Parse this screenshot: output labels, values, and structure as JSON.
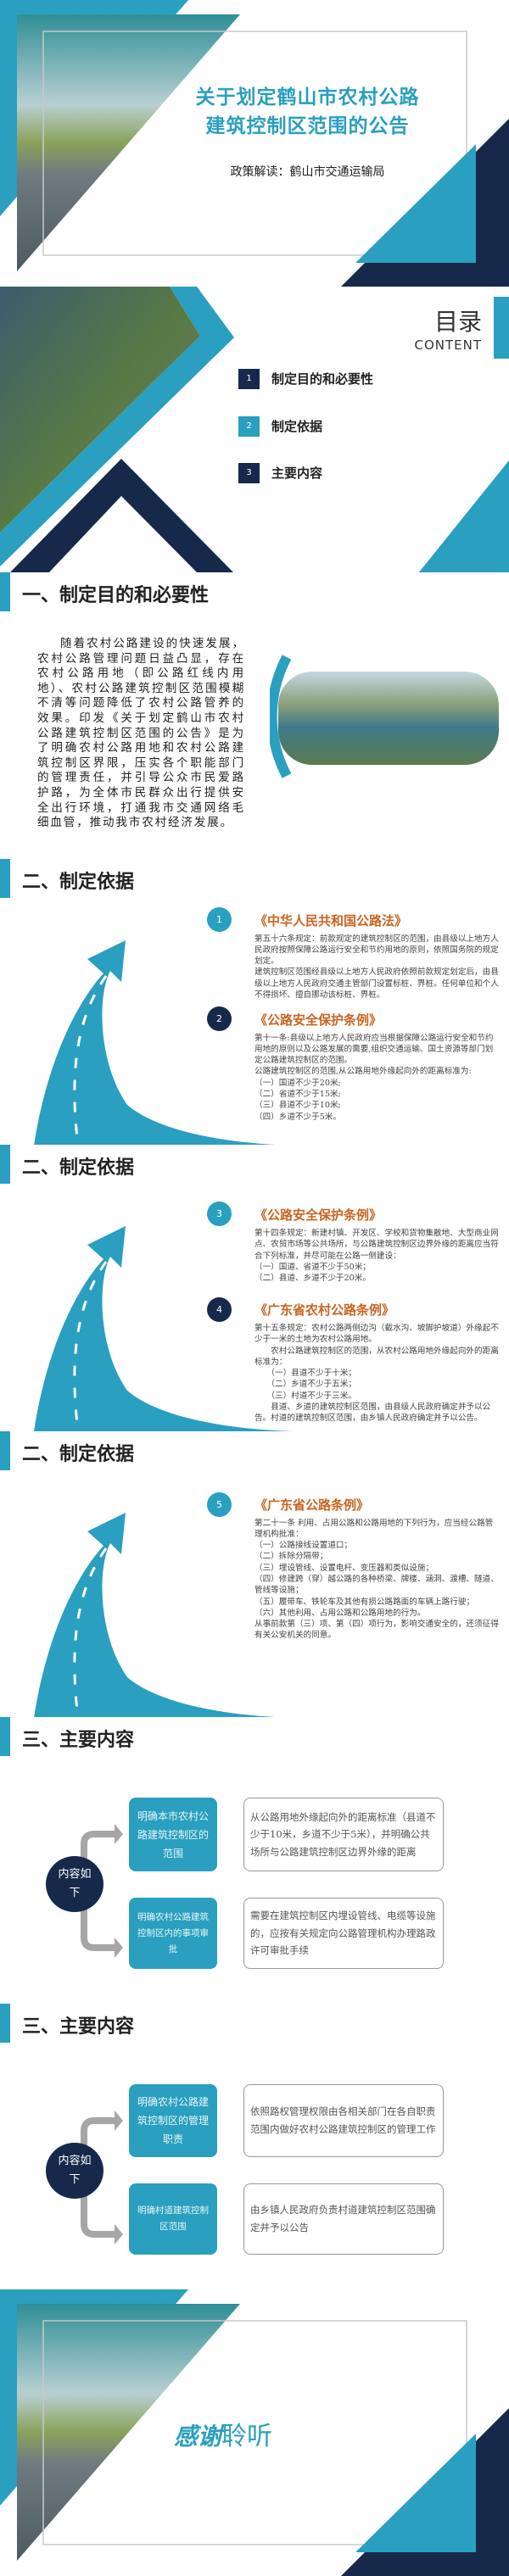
{
  "colors": {
    "teal": "#2a9fbf",
    "navy": "#16294a",
    "law_title": "#c9641f"
  },
  "cover": {
    "title_line1": "关于划定鹤山市农村公路",
    "title_line2": "建筑控制区范围的公告",
    "subtitle": "政策解读：鹤山市交通运输局"
  },
  "toc": {
    "title": "目录",
    "subtitle": "CONTENT",
    "items": [
      {
        "num": "1",
        "label": "制定目的和必要性"
      },
      {
        "num": "2",
        "label": "制定依据"
      },
      {
        "num": "3",
        "label": "主要内容"
      }
    ]
  },
  "section1": {
    "heading": "一、制定目的和必要性",
    "paragraph": "随着农村公路建设的快速发展，农村公路管理问题日益凸显，存在农村公路用地（即公路红线内用地）、农村公路建筑控制区范围模糊不清等问题降低了农村公路管养的效果。印发《关于划定鹤山市农村公路建筑控制区范围的公告》是为了明确农村公路用地和农村公路建筑控制区界限，压实各个职能部门的管理责任，并引导公众市民爱路护路，为全体市民群众出行提供安全出行环境，打通我市交通网络毛细血管，推动我市农村经济发展。"
  },
  "section2": {
    "heading": "二、制定依据",
    "laws": [
      {
        "num": "1",
        "title": "《中华人民共和国公路法》",
        "body": "第五十六条规定：前款规定的建筑控制区的范围，由县级以上地方人民政府按照保障公路运行安全和节约用地的原则，依照国务院的规定划定。\n建筑控制区范围经县级以上地方人民政府依照前款规定划定后，由县级以上地方人民政府交通主管部门设置标桩、界桩。任何单位和个人不得损坏、擅自挪动该标桩、界桩。"
      },
      {
        "num": "2",
        "title": "《公路安全保护条例》",
        "body": "第十一条:县级以上地方人民政府应当根据保障公路运行安全和节约用地的原则以及公路发展的需要,组织交通运输、国土资源等部门划定公路建筑控制区的范围。\n公路建筑控制区的范围,从公路用地外缘起向外的距离标准为:\n（一）国道不少于20米;\n（二）省道不少于15米;\n（三）县道不少于10米;\n（四）乡道不少于5米。"
      },
      {
        "num": "3",
        "title": "《公路安全保护条例》",
        "body": "第十四条规定：新建村镇、开发区、学校和货物集散地、大型商业网点、农贸市场等公共场所，与公路建筑控制区边界外缘的距离应当符合下列标准，并尽可能在公路一侧建设：\n（一）国道、省道不少于50米；\n（二）县道、乡道不少于20米。"
      },
      {
        "num": "4",
        "title": "《广东省农村公路条例》",
        "body": "第十五条规定：农村公路两侧边沟（截水沟、坡脚护坡道）外缘起不少于一米的土地为农村公路用地。\n　　农村公路建筑控制区的范围，从农村公路用地外缘起向外的距离标准为：\n　　（一）县道不少于十米；\n　　（二）乡道不少于五米；\n　　（三）村道不少于三米。\n　　县道、乡道的建筑控制区范围，由县级人民政府确定并予以公告。村道的建筑控制区范围，由乡镇人民政府确定并予以公告。"
      },
      {
        "num": "5",
        "title": "《广东省公路条例》",
        "body": "第二十一条 利用、占用公路和公路用地的下列行为，应当经公路管理机构批准：\n（一）公路接线设置道口；\n（二）拆除分隔带；\n（三）埋设管线、设置电杆、变压器和类似设施；\n（四）修建跨（穿）越公路的各种桥梁、牌楼、涵洞、渡槽、隧道、管线等设施；\n（五）履带车、铁轮车及其他有损公路路面的车辆上路行驶；\n（六）其他利用、占用公路和公路用地的行为。\n从事前款第（三）项、第（四）项行为，影响交通安全的，还须征得有关公安机关的同意。"
      }
    ]
  },
  "section3": {
    "heading": "三、主要内容",
    "hub_label": "内容如下",
    "pages": [
      {
        "items": [
          {
            "topic": "明确本市农村公路建筑控制区的范围",
            "detail": "从公路用地外缘起向外的距离标准（县道不少于10米，乡道不少于5米），并明确公共场所与公路建筑控制区边界外缘的距离"
          },
          {
            "topic": "明确农村公路建筑控制区内的事项审批",
            "detail": "需要在建筑控制区内埋设管线、电缆等设施的，应按有关规定向公路管理机构办理路政许可审批手续"
          }
        ]
      },
      {
        "items": [
          {
            "topic": "明确农村公路建筑控制区的管理职责",
            "detail": "依照路权管理权限由各相关部门在各自职责范围内做好农村公路建筑控制区的管理工作"
          },
          {
            "topic": "明确村道建筑控制区范围",
            "detail": "由乡镇人民政府负责村道建筑控制区范围确定并予以公告"
          }
        ]
      }
    ]
  },
  "closing": {
    "thanks_bold": "感谢",
    "thanks_light": "聆听"
  }
}
